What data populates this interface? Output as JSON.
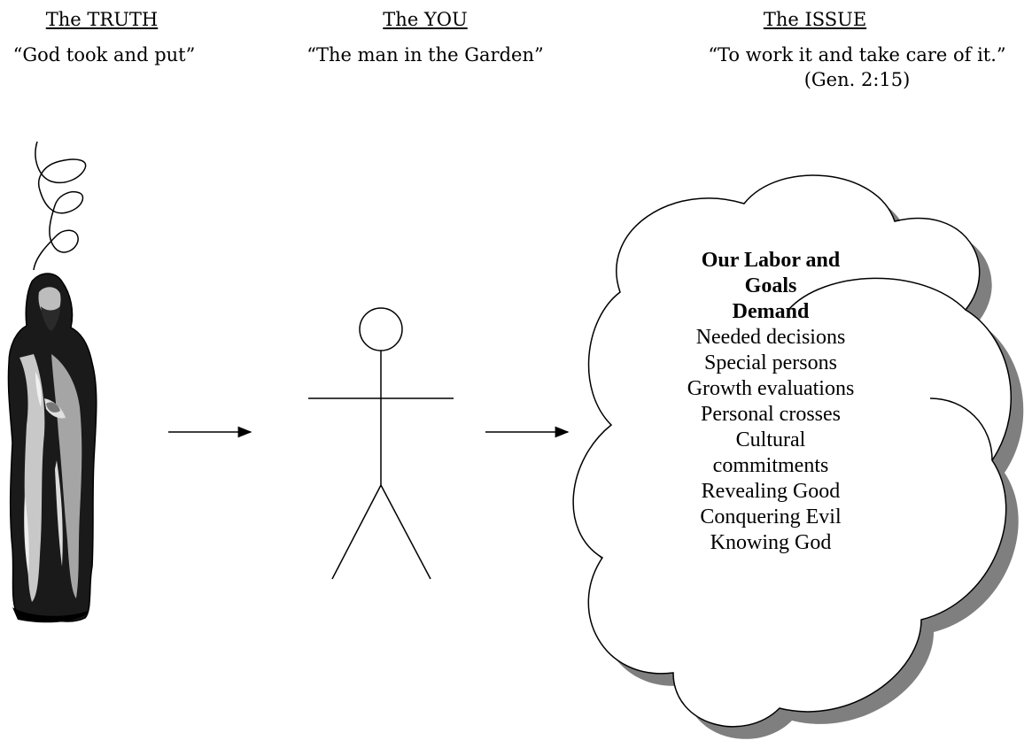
{
  "columns": {
    "truth": {
      "heading": "The TRUTH",
      "subtitle": "“God took and put”"
    },
    "you": {
      "heading": "The YOU",
      "subtitle": "“The man in the Garden”"
    },
    "issue": {
      "heading": "The ISSUE",
      "subtitle": "“To work it and take care of it.” (Gen. 2:15)"
    }
  },
  "cloud": {
    "title_line1": "Our Labor and",
    "title_line2": "Goals",
    "title_line3": "Demand",
    "items": [
      "Needed decisions",
      "Special persons",
      "Growth evaluations",
      "Personal crosses",
      "Cultural",
      "commitments",
      "Revealing Good",
      "Conquering Evil",
      "Knowing God"
    ]
  },
  "icons": {
    "figure": "robed-figure-icon",
    "person": "stick-figure-icon",
    "arrow": "right-arrow-icon",
    "squiggle": "spiral-squiggle-icon"
  },
  "colors": {
    "shadow": "#7f7f7f",
    "ink": "#000000",
    "robe_light": "#c8c8c8",
    "robe_mid": "#8a8a8a"
  }
}
